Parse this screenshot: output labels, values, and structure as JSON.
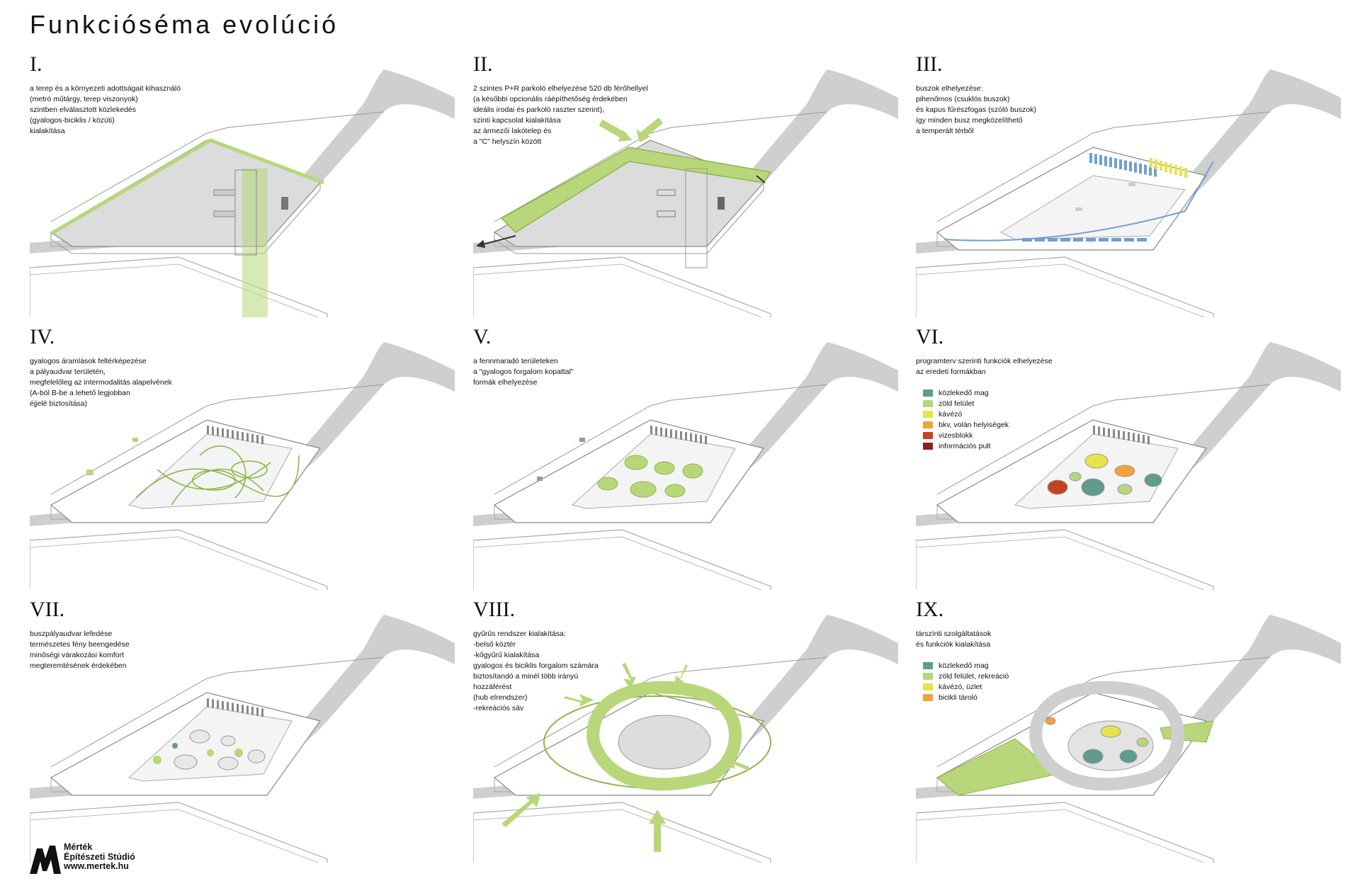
{
  "title": "Funkcióséma evolúció",
  "colors": {
    "green": "#b7d77a",
    "green_dark": "#8db64b",
    "teal": "#5f9c8c",
    "yellow": "#e7e44a",
    "orange": "#f2a23a",
    "red": "#c4431f",
    "darkred": "#8e2017",
    "blue": "#6f9fd2",
    "ground": "#dcdcdc",
    "road": "#cfcfcf"
  },
  "panels": [
    {
      "numeral": "I.",
      "text": "a terep és a környezeti adottságait kihasználó\n(metró műtárgy, terep viszonyok)\nszintben elválasztott közlekedés\n(gyalogos-biciklis / közúti)\nkialakítása"
    },
    {
      "numeral": "II.",
      "text": "2 szintes P+R parkoló elhelyezése 520 db férőhellyel\n(a későbbi opcionális ráépíthetőség érdekében\nideális irodai és parkoló raszter szerint),\nszinti kapcsolat kialakítása\naz ármezői lakótelep és\na \"C\" helyszín között"
    },
    {
      "numeral": "III.",
      "text": "buszok elhelyezése:\npihenőmos (csuklós buszok)\nés kapus fűrészfogas (szóló buszok)\nígy minden busz megközelíthető\na temperált térből"
    },
    {
      "numeral": "IV.",
      "text": "gyalogos áramlások feltérképezése\na pályaudvar területén,\nmegfelelőleg az intermodalitás alapelvének\n(A-ból B-be a lehető legjobban\néjjelé biztosítása)"
    },
    {
      "numeral": "V.",
      "text": "a fennmaradó területeken\na \"gyalogos forgalom kopattal\"\nformák elhelyezése"
    },
    {
      "numeral": "VI.",
      "text": "programterv szerinti funkciók elhelyezése\naz eredeti formákban",
      "legend": [
        {
          "label": "közlekedő mag",
          "color": "#5f9c8c"
        },
        {
          "label": "zöld felület",
          "color": "#b7d77a"
        },
        {
          "label": "kávézó",
          "color": "#e7e44a"
        },
        {
          "label": "bkv, volán helyiségek",
          "color": "#f2a23a"
        },
        {
          "label": "vizesblokk",
          "color": "#c4431f"
        },
        {
          "label": "információs pult",
          "color": "#8e2017"
        }
      ]
    },
    {
      "numeral": "VII.",
      "text": "buszpályaudvar lefedése\ntermészetes fény beengedése\nminőségi várakozási komfort\nmegteremtésének érdekében"
    },
    {
      "numeral": "VIII.",
      "text": "gyűrűs rendszer kialakítása:\n-belső köztér\n-kőgyűrű kialakítása\ngyalogos és biciklis forgalom számára\nbiztosítandó a minél több irányú\nhozzáférést\n(hub elrendszer)\n-rekreációs sáv"
    },
    {
      "numeral": "IX.",
      "text": "társzínti szolgáltatások\nés funkciók kialakítása",
      "legend": [
        {
          "label": "közlekedő mag",
          "color": "#5f9c8c"
        },
        {
          "label": "zöld felület, rekreáció",
          "color": "#b7d77a"
        },
        {
          "label": "kávézó, üzlet",
          "color": "#e7e44a"
        },
        {
          "label": "bicikli tároló",
          "color": "#f2a23a"
        }
      ]
    }
  ],
  "logo": {
    "name": "mertek-logo",
    "text": "Mérték\nÉpítészeti Stúdió\nwww.mertek.hu"
  }
}
